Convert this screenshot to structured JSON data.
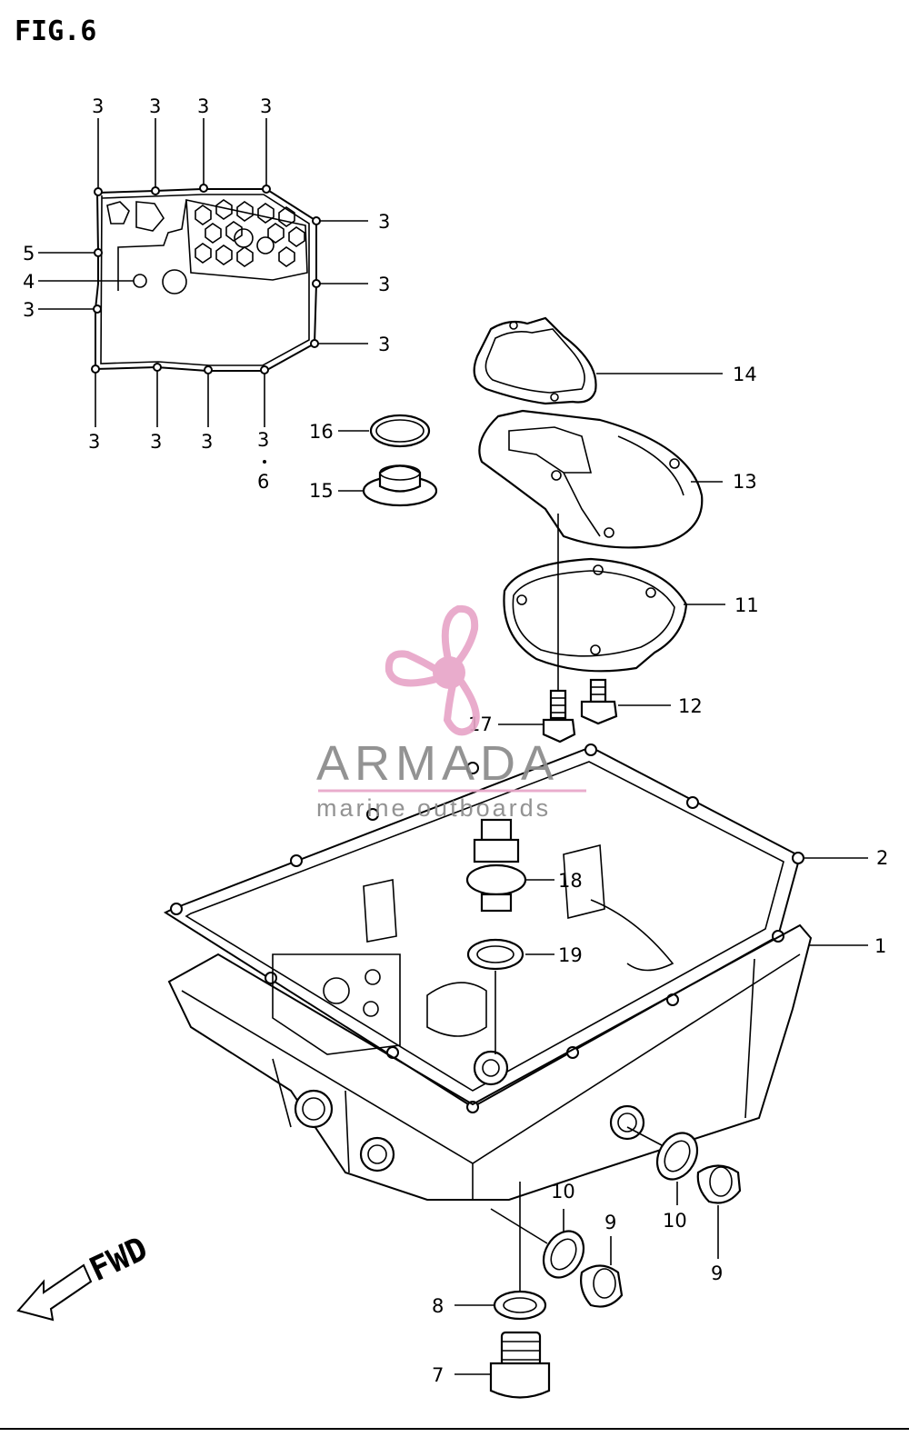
{
  "figure": {
    "title": "FIG.6"
  },
  "fwd_label": "FWD",
  "callouts": {
    "gasket_bolts": "3",
    "c1": "1",
    "c2": "2",
    "c4": "4",
    "c5": "5",
    "c6": "6",
    "c7": "7",
    "c8": "8",
    "c9": "9",
    "c10": "10",
    "c11": "11",
    "c12": "12",
    "c13": "13",
    "c14": "14",
    "c15": "15",
    "c16": "16",
    "c17": "17",
    "c18": "18",
    "c19": "19"
  },
  "watermark": {
    "brand": "ARMADA",
    "tagline": "marine outboards",
    "colors": {
      "pink": "#e8a6c8",
      "gray": "#8a8a8a"
    }
  }
}
